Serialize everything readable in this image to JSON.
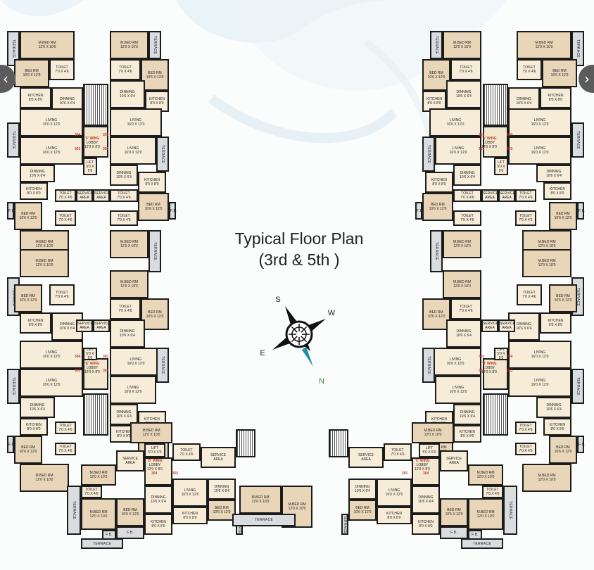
{
  "title": {
    "line1": "Typical Floor Plan",
    "line2": "(3rd & 5th )"
  },
  "compass": {
    "labels": {
      "north": "N",
      "south": "S",
      "east": "E",
      "west": "W"
    },
    "needle_color": "#1a8fa8",
    "north_color": "#2f8f3a"
  },
  "colors": {
    "room_fill": "#f6ecd8",
    "bedroom_fill": "#e9d5b8",
    "terrace_fill": "#d9dde0",
    "wall": "#1c1c1c",
    "flat_number": "#c0392b"
  },
  "room_types": {
    "mbed": "M.BED RM\n12'0 X 10'0",
    "bed": "BED RM\n10'6 X 12'0",
    "living": "LIVING\n16'0 X 12'0",
    "dining": "DINNING\n10'6 X 6'4",
    "kitchen": "KITCHEN\n8'0 X 8'0",
    "toilet": "TOILET\n7'0 X 4'6",
    "terrace": "TERRACE",
    "fb": "F.B.",
    "service": "SERVICE\nAREA",
    "lift": "LIFT\n5'0 X 5'0"
  },
  "wings": {
    "F": {
      "label": "'F' WING",
      "lobby": "LOBBY\n12'0 X 8'0"
    },
    "E": {
      "label": "'E' WING",
      "lobby": "LOBBY\n12'0 X 8'0"
    },
    "A": {
      "label": "'A' WING",
      "lobby": "LOBBY\n12'0 X 8'0"
    },
    "B": {
      "label": "'B' WING",
      "lobby": "LOBBY\n12'0 X 8'0"
    },
    "D": {
      "label": "'D' WING",
      "lobby": "LOBBY\n12'0 X 8'0"
    },
    "C": {
      "label": "'C' WING",
      "lobby": "LOBBY\n12'0 X 8'0"
    }
  },
  "flat_numbers": [
    "301",
    "302",
    "303",
    "304"
  ],
  "navigation": {
    "prev_icon": "chevron-left-icon",
    "next_icon": "chevron-right-icon"
  }
}
